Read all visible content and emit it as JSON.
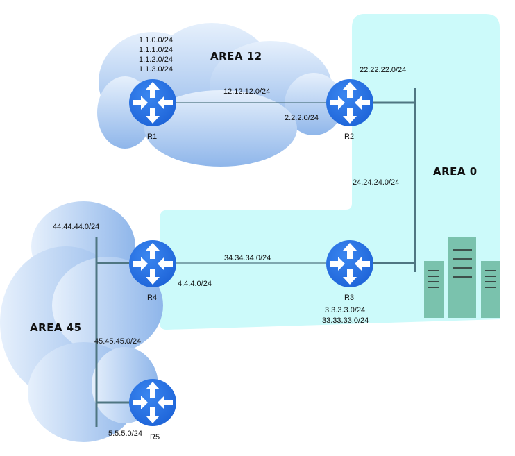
{
  "colors": {
    "area0_fill": "#ccfafa",
    "cloud_light": "#e6f0fc",
    "cloud_dark": "#8fb6ea",
    "router_body": "#1e64d8",
    "router_highlight": "#3a86f0",
    "router_arrow": "#ffffff",
    "link_line": "#4f7682",
    "server_fill": "#7ac2ad",
    "server_line": "#2b2b2b"
  },
  "areas": {
    "area12": "AREA 12",
    "area0": "AREA 0",
    "area45": "AREA 45"
  },
  "routers": {
    "r1": "R1",
    "r2": "R2",
    "r3": "R3",
    "r4": "R4",
    "r5": "R5"
  },
  "networks": {
    "r1_loopbacks": [
      "1.1.0.0/24",
      "1.1.1.0/24",
      "1.1.2.0/24",
      "1.1.3.0/24"
    ],
    "r1_r2_link": "12.12.12.0/24",
    "r2_loopback": "2.2.2.0/24",
    "r2_lan": "22.22.22.0/24",
    "r2_r4_net": "24.24.24.0/24",
    "r3_r4_link": "34.34.34.0/24",
    "r4_loopback": "4.4.4.0/24",
    "r3_loopback": "3.3.3.3.0/24",
    "r3_lan": "33.33.33.0/24",
    "r4_lan": "44.44.44.0/24",
    "r4_r5_net": "45.45.45.0/24",
    "r5_loopback": "5.5.5.0/24"
  },
  "icons": {
    "router": "router-icon",
    "servers": "server-rack-icon"
  }
}
